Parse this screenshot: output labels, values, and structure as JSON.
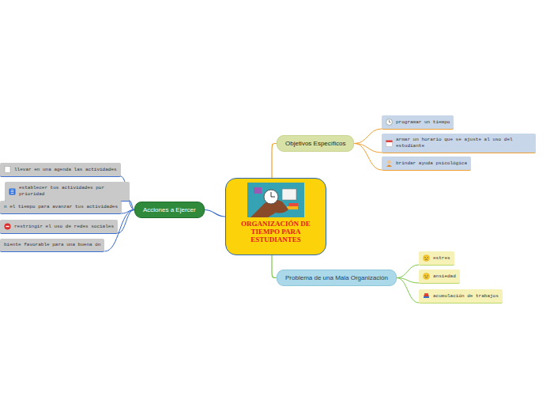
{
  "diagram": {
    "nodes": [
      {
        "text": [
          "ORGANIZACIÓN DE TIEMPO PARA ESTUDIANTES"
        ]
      },
      {
        "text": [
          "Objetivos Específicos"
        ]
      },
      {
        "text": [
          "programar un tiempo"
        ]
      },
      {
        "text": [
          "armar un horario que se ajuste al uso del estudiante"
        ]
      },
      {
        "text": [
          "brindar ayuda psicológica"
        ]
      },
      {
        "text": [
          "Problema de una Mala Organización"
        ]
      },
      {
        "text": [
          "estres"
        ]
      },
      {
        "text": [
          "ansiedad"
        ]
      },
      {
        "text": [
          "acumulación de trabajos"
        ]
      },
      {
        "text": [
          "Acciones a Ejercer"
        ]
      },
      {
        "text": [
          "llevar en una agenda las actividades"
        ]
      },
      {
        "text": [
          "establecer tus actividades por prioridad"
        ]
      },
      {
        "text": [
          "n el tiempo para avanzar tus actividades"
        ]
      },
      {
        "text": [
          "restringir el uso de redes sociales"
        ]
      },
      {
        "text": [
          "biente favorable para una buena ón"
        ]
      }
    ],
    "edges": [
      {
        "from": 0,
        "to": 1,
        "arrow": "none"
      },
      {
        "from": 1,
        "to": 2,
        "arrow": "none"
      },
      {
        "from": 1,
        "to": 3,
        "arrow": "none"
      },
      {
        "from": 1,
        "to": 4,
        "arrow": "none"
      },
      {
        "from": 0,
        "to": 5,
        "arrow": "none"
      },
      {
        "from": 5,
        "to": 6,
        "arrow": "none"
      },
      {
        "from": 5,
        "to": 7,
        "arrow": "none"
      },
      {
        "from": 5,
        "to": 8,
        "arrow": "none"
      },
      {
        "from": 0,
        "to": 9,
        "arrow": "none"
      },
      {
        "from": 9,
        "to": 10,
        "arrow": "none"
      },
      {
        "from": 9,
        "to": 11,
        "arrow": "none"
      },
      {
        "from": 9,
        "to": 12,
        "arrow": "none"
      },
      {
        "from": 9,
        "to": 13,
        "arrow": "none"
      },
      {
        "from": 9,
        "to": 14,
        "arrow": "none"
      }
    ]
  }
}
